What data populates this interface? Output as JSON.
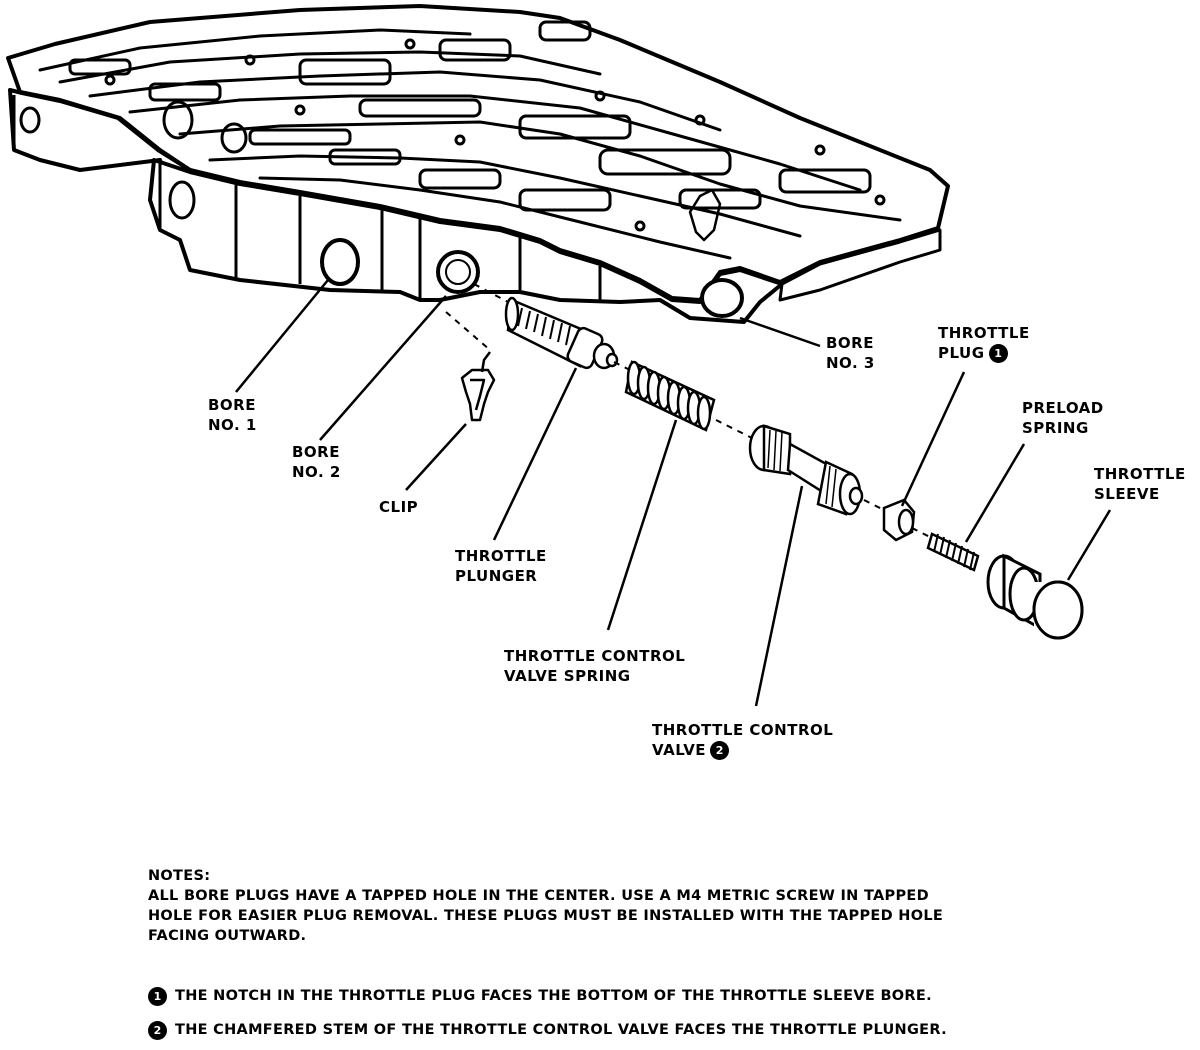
{
  "labels": {
    "bore1": [
      "BORE",
      "NO. 1"
    ],
    "bore2": [
      "BORE",
      "NO. 2"
    ],
    "bore3": [
      "BORE",
      "NO. 3"
    ],
    "clip": "CLIP",
    "throttle_plunger": [
      "THROTTLE",
      "PLUNGER"
    ],
    "tcv_spring": [
      "THROTTLE CONTROL",
      "VALVE SPRING"
    ],
    "tcv": [
      "THROTTLE CONTROL",
      "VALVE"
    ],
    "throttle_plug": [
      "THROTTLE",
      "PLUG"
    ],
    "preload_spring": [
      "PRELOAD",
      "SPRING"
    ],
    "throttle_sleeve": [
      "THROTTLE",
      "SLEEVE"
    ]
  },
  "callouts": {
    "one": "1",
    "two": "2"
  },
  "notes": {
    "heading": "NOTES:",
    "body": [
      "ALL BORE PLUGS HAVE A TAPPED HOLE IN THE CENTER. USE A M4 METRIC SCREW IN TAPPED",
      "HOLE FOR EASIER PLUG REMOVAL. THESE PLUGS MUST BE INSTALLED WITH THE TAPPED HOLE",
      "FACING OUTWARD."
    ],
    "footnote1": "THE NOTCH IN THE THROTTLE PLUG FACES THE BOTTOM OF THE THROTTLE SLEEVE BORE.",
    "footnote2": "THE CHAMFERED STEM OF THE THROTTLE CONTROL VALVE FACES THE THROTTLE PLUNGER."
  }
}
